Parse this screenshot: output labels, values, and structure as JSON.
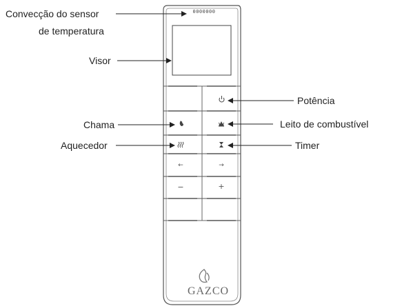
{
  "labels": {
    "sensor_line1": "Convecção do sensor",
    "sensor_line2": "de temperatura",
    "display": "Visor",
    "power": "Potência",
    "flame": "Chama",
    "fuel_bed": "Leito de combustível",
    "heater": "Aquecedor",
    "timer": "Timer"
  },
  "remote": {
    "sensor_dots": "0000000",
    "brand": "GAZCO",
    "buttons": {
      "power_icon": "power-icon",
      "flame_icon": "flame-icon",
      "fuel_bed_icon": "fuel-bed-icon",
      "heater_icon": "heater-icon",
      "timer_icon": "timer-icon",
      "left_arrow": "←",
      "right_arrow": "→",
      "minus": "−",
      "plus": "+"
    }
  },
  "colors": {
    "outline": "#555555",
    "text": "#222222",
    "brand": "#666666"
  }
}
